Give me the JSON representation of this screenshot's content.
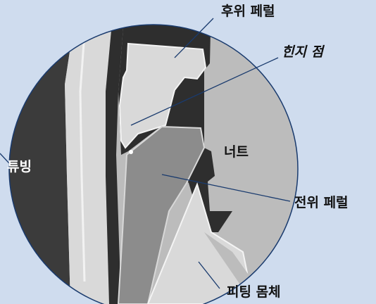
{
  "diagram": {
    "labels": {
      "rear_ferrule": "후위 페럴",
      "hinge_point": "힌지 점",
      "nut": "너트",
      "tubing": "튜빙",
      "front_ferrule": "전위 페럴",
      "fitting_body": "피팅 몸체"
    },
    "colors": {
      "background": "#cfdcee",
      "tubing": "#3b3b3b",
      "tube_wall": "#d9d9d9",
      "nut_gray": "#bcbcbc",
      "front_ferrule": "#8c8c8c",
      "dark_gap": "#2e2e2e",
      "leader_line": "#1a3b6e",
      "circle_outline": "#1a3b6e"
    }
  }
}
